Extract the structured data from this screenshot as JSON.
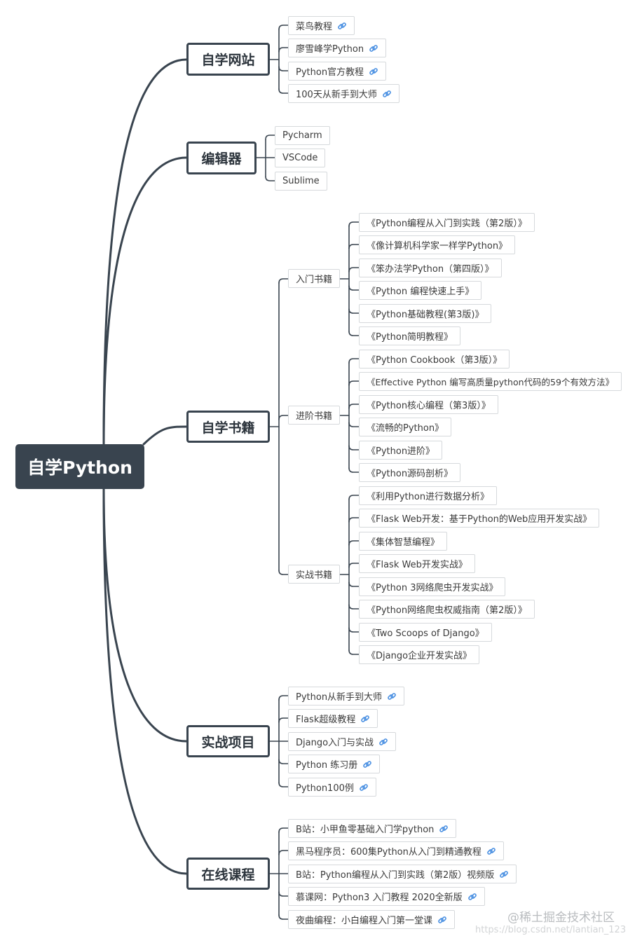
{
  "root": {
    "label": "自学Python"
  },
  "branches": [
    {
      "label": "自学网站",
      "items": [
        {
          "label": "菜鸟教程",
          "link": true
        },
        {
          "label": "廖雪峰学Python",
          "link": true
        },
        {
          "label": "Python官方教程",
          "link": true
        },
        {
          "label": "100天从新手到大师",
          "link": true
        }
      ]
    },
    {
      "label": "编辑器",
      "items": [
        {
          "label": "Pycharm",
          "link": false
        },
        {
          "label": "VSCode",
          "link": false
        },
        {
          "label": "Sublime",
          "link": false
        }
      ]
    },
    {
      "label": "自学书籍",
      "groups": [
        {
          "label": "入门书籍",
          "items": [
            {
              "label": "《Python编程从入门到实践（第2版）》"
            },
            {
              "label": "《像计算机科学家一样学Python》"
            },
            {
              "label": "《笨办法学Python（第四版）》"
            },
            {
              "label": "《Python 编程快速上手》"
            },
            {
              "label": "《Python基础教程(第3版)》"
            },
            {
              "label": "《Python简明教程》"
            }
          ]
        },
        {
          "label": "进阶书籍",
          "items": [
            {
              "label": "《Python Cookbook（第3版）》"
            },
            {
              "label": "《Effective Python 编写高质量python代码的59个有效方法》"
            },
            {
              "label": "《Python核心编程（第3版）》"
            },
            {
              "label": "《流畅的Python》"
            },
            {
              "label": "《Python进阶》"
            },
            {
              "label": "《Python源码剖析》"
            }
          ]
        },
        {
          "label": "实战书籍",
          "items": [
            {
              "label": "《利用Python进行数据分析》"
            },
            {
              "label": "《Flask Web开发：基于Python的Web应用开发实战》"
            },
            {
              "label": "《集体智慧编程》"
            },
            {
              "label": "《Flask Web开发实战》"
            },
            {
              "label": "《Python 3网络爬虫开发实战》"
            },
            {
              "label": "《Python网络爬虫权威指南（第2版）》"
            },
            {
              "label": "《Two Scoops of Django》"
            },
            {
              "label": "《Django企业开发实战》"
            }
          ]
        }
      ]
    },
    {
      "label": "实战项目",
      "items": [
        {
          "label": "Python从新手到大师",
          "link": true
        },
        {
          "label": "Flask超级教程",
          "link": true
        },
        {
          "label": "Django入门与实战",
          "link": true
        },
        {
          "label": "Python 练习册",
          "link": true
        },
        {
          "label": "Python100例",
          "link": true
        }
      ]
    },
    {
      "label": "在线课程",
      "items": [
        {
          "label": "B站：小甲鱼零基础入门学python",
          "link": true
        },
        {
          "label": "黑马程序员：600集Python从入门到精通教程",
          "link": true
        },
        {
          "label": "B站：Python编程从入门到实践（第2版）视频版",
          "link": true
        },
        {
          "label": "慕课网：Python3 入门教程 2020全新版",
          "link": true
        },
        {
          "label": "夜曲编程：小白编程入门第一堂课",
          "link": true
        }
      ]
    }
  ],
  "watermark": "@稀土掘金技术社区",
  "url_watermark": "https://blog.csdn.net/lantian_123",
  "colors": {
    "root_fill": "#39444f",
    "edge": "#39444f",
    "leaf_border": "#d6d9dc",
    "link_icon": "#4a90e2"
  }
}
